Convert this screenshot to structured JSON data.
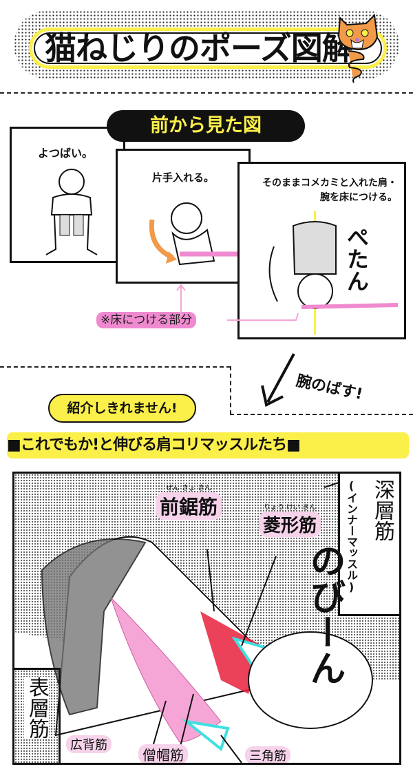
{
  "header": {
    "title": "猫ねじりのポーズ図解"
  },
  "front_view": {
    "label": "前から見た図",
    "steps": [
      {
        "caption": "よつばい。"
      },
      {
        "caption": "片手入れる。"
      },
      {
        "caption": "そのままコメカミと入れた肩・腕を床につける。"
      }
    ],
    "sfx": "ぺたん",
    "floor_note": "※床につける部分",
    "arm_note": "腕のばす!"
  },
  "muscles": {
    "bubble": "紹介しきれません!",
    "heading": "■これでもか!と伸びる肩コリマッスルたち■",
    "deep_label": "深層筋",
    "deep_sub": "(インナーマッスル)",
    "surface_label": "表層筋",
    "sfx": "のびーん",
    "items": [
      {
        "name": "前鋸筋",
        "ruby": "ぜん きょ きん"
      },
      {
        "name": "菱形筋",
        "ruby": "りょう けい きん"
      },
      {
        "name": "広背筋"
      },
      {
        "name": "僧帽筋"
      },
      {
        "name": "三角筋"
      }
    ]
  },
  "colors": {
    "yellow": "#fbef4a",
    "pink": "#f08ad0",
    "orange": "#f19a4a",
    "red": "#e8203c",
    "cyan": "#3fe0e0"
  }
}
